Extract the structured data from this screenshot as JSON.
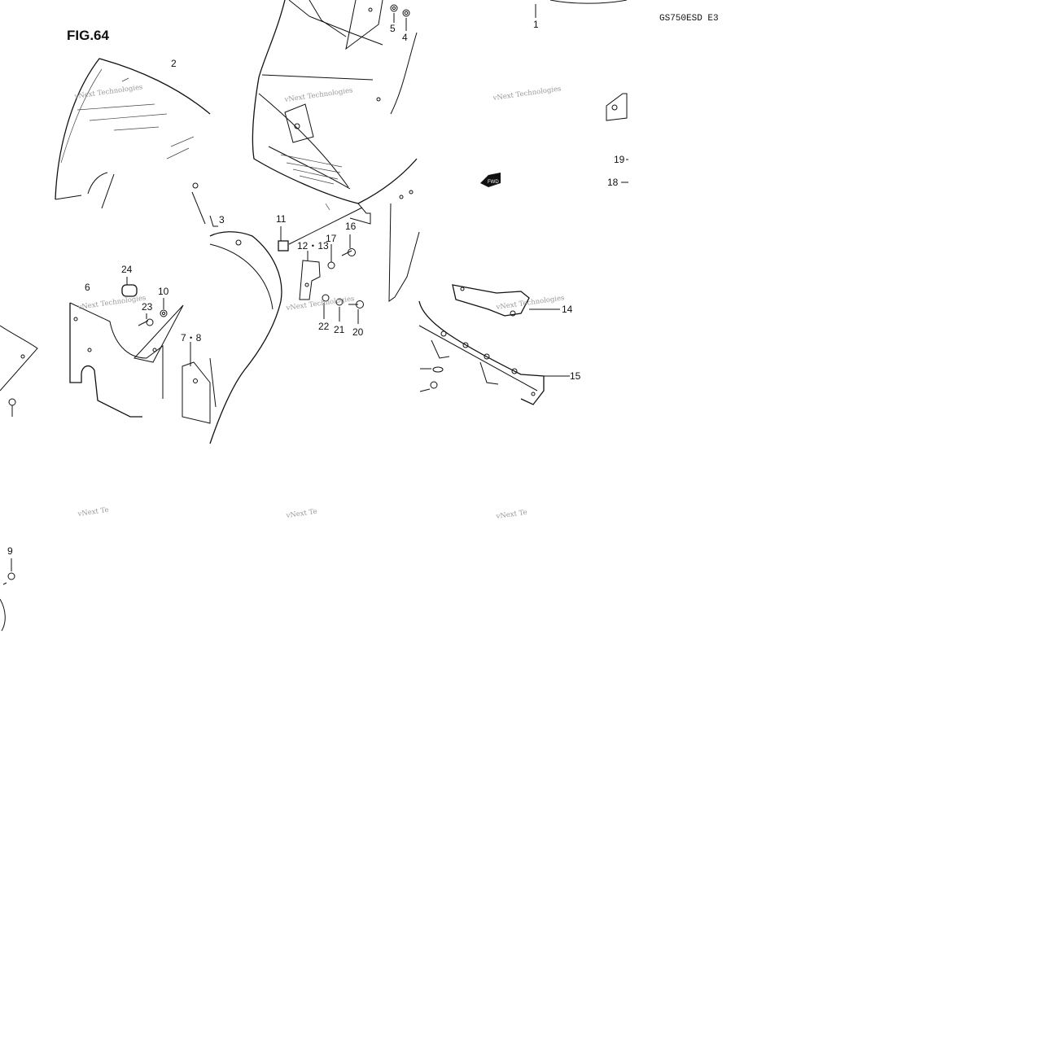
{
  "figure": {
    "label": "FIG.64",
    "model_code": "GS750ESD E3",
    "fwd_marker": "FWD"
  },
  "watermark": {
    "text": "vNext Technologies",
    "short_text": "vNext Te"
  },
  "callouts": [
    "1",
    "2",
    "3",
    "4",
    "5",
    "6",
    "7・8",
    "9",
    "10",
    "11",
    "12・13",
    "14",
    "15",
    "16",
    "17",
    "18",
    "19",
    "20",
    "21",
    "22",
    "23",
    "24"
  ]
}
